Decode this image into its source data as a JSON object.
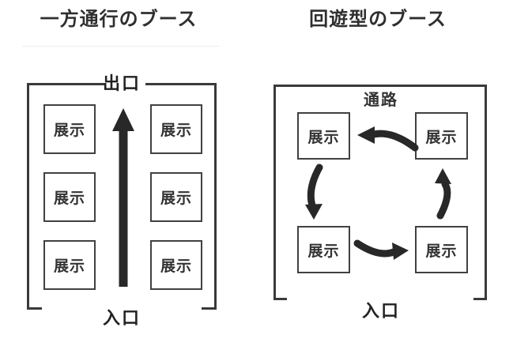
{
  "colors": {
    "background": "#ffffff",
    "ink": "#282828",
    "border_line": "#3a3a3a",
    "box_border": "#414141",
    "text": "#2f2f2f",
    "divider": "#ededed"
  },
  "left_diagram": {
    "title": "一方通行のブース",
    "exit_label": "出口",
    "entrance_label": "入口",
    "exhibit_label": "展示",
    "exhibit_count": 6,
    "flow_arrow_icon": "straight-up-arrow"
  },
  "right_diagram": {
    "title": "回遊型のブース",
    "aisle_label": "通路",
    "entrance_label": "入口",
    "exhibit_label": "展示",
    "exhibit_count": 4,
    "flow_arrow_icons": [
      "curved-arrow-left-top",
      "curved-arrow-down-left",
      "curved-arrow-right-bottom",
      "curved-arrow-up-right"
    ]
  }
}
